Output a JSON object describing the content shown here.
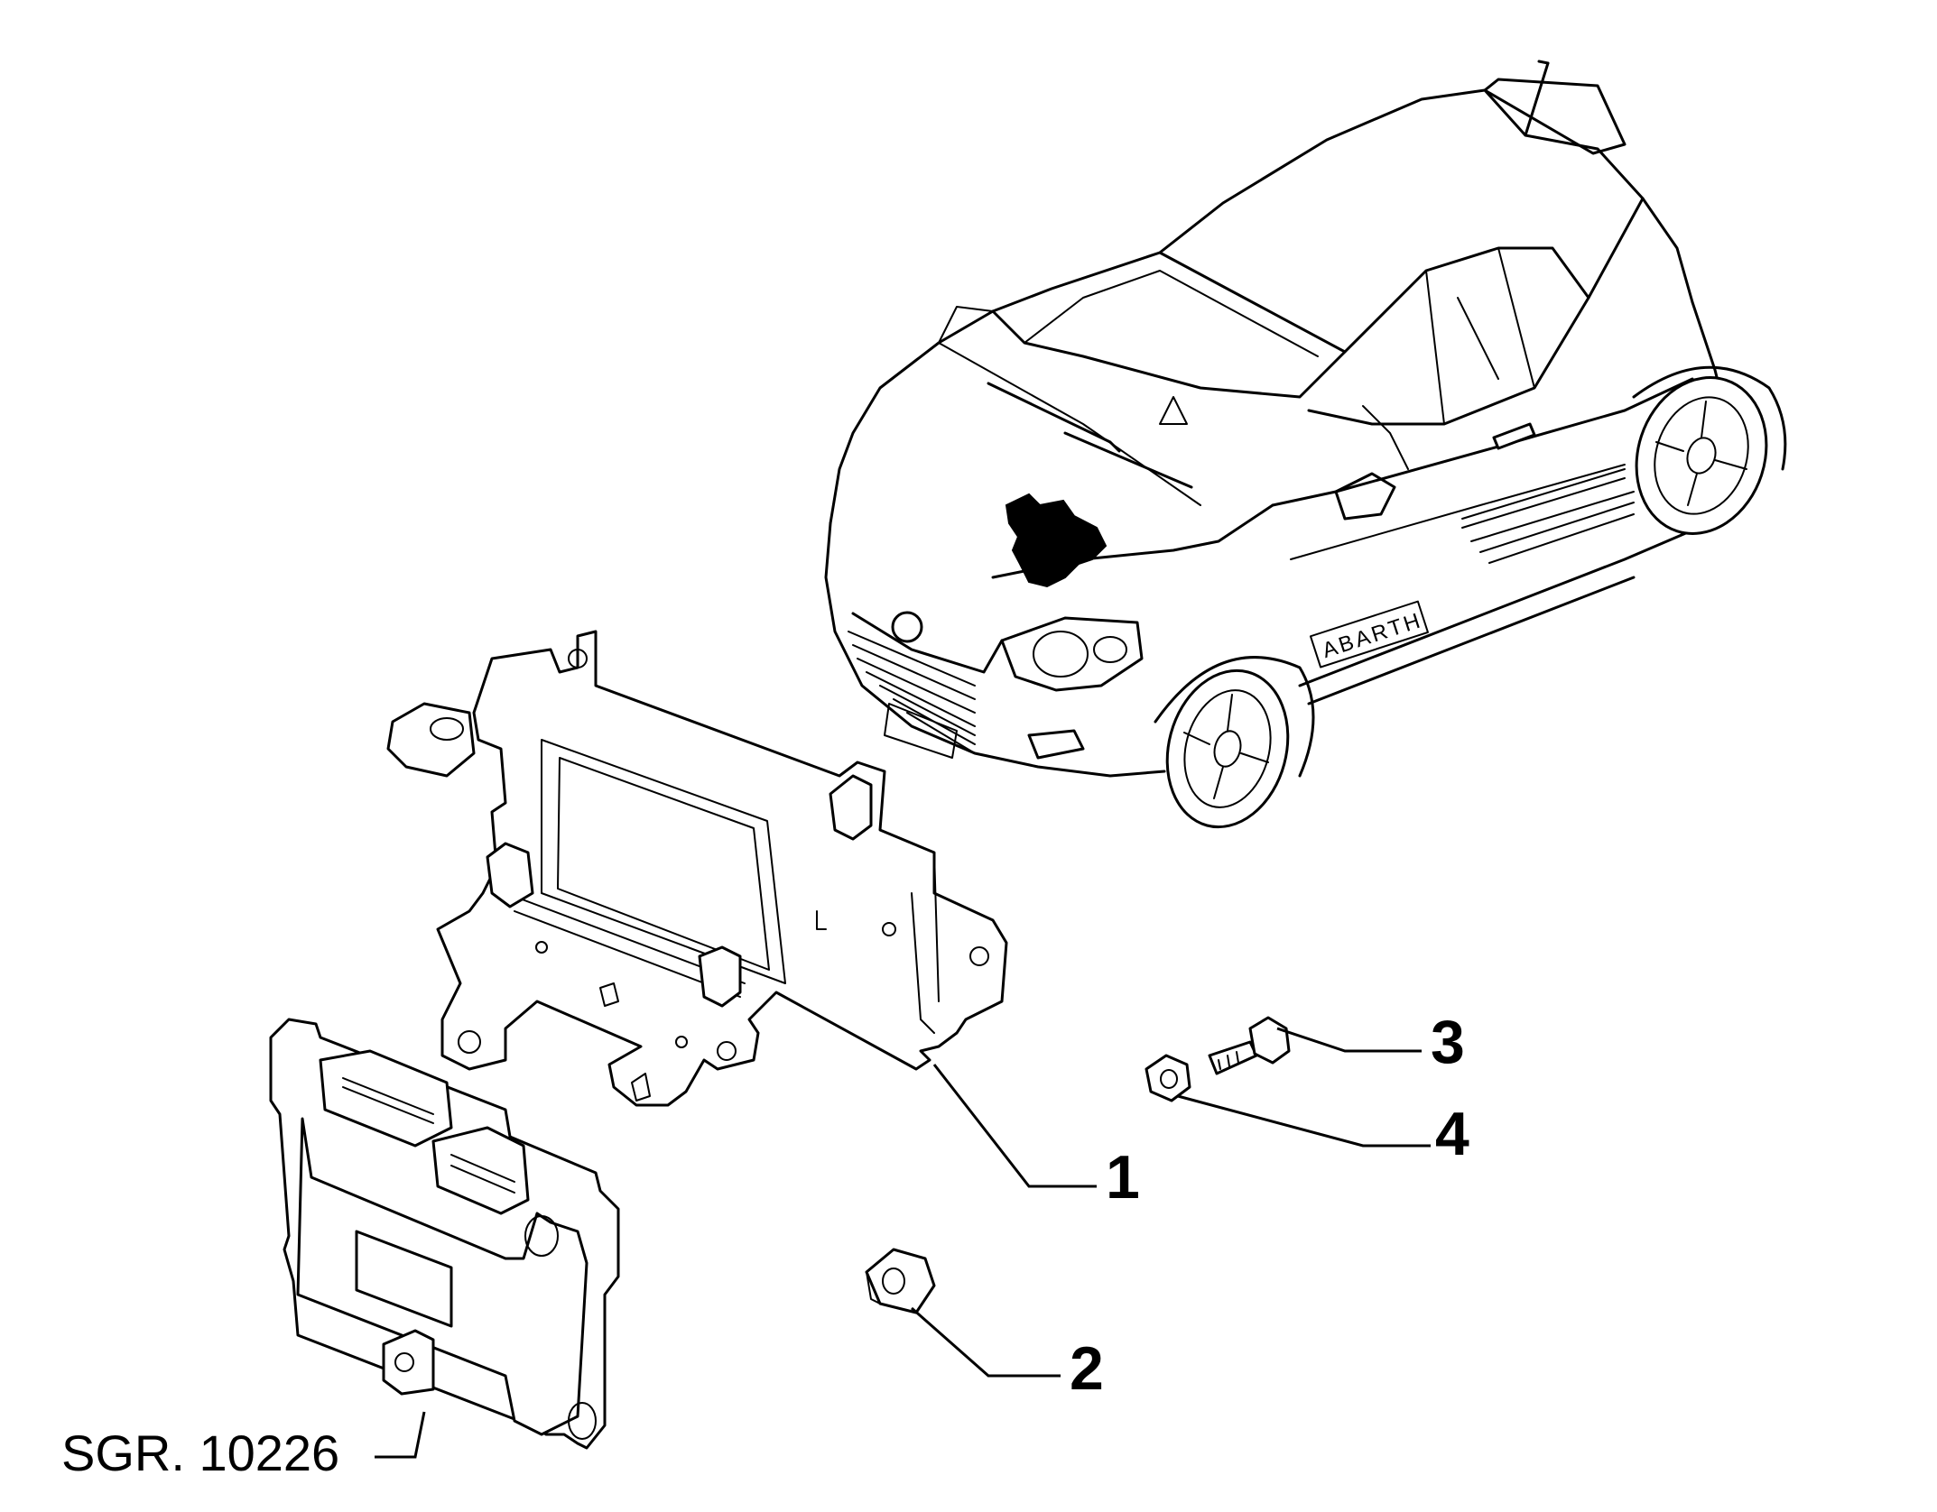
{
  "callouts": {
    "part_1": "1",
    "part_2": "2",
    "part_3": "3",
    "part_4": "4"
  },
  "reference": "SGR. 10226",
  "car_badge": "ABARTH",
  "colors": {
    "ink": "#000000",
    "background": "#ffffff"
  },
  "icons": {
    "vehicle": "car-illustration-icon",
    "locator": "ecu-location-marker-icon",
    "bracket": "bracket-icon",
    "nut": "flange-nut-icon",
    "bolt": "bolt-icon",
    "washer": "hex-nut-icon",
    "control_unit": "control-unit-icon"
  }
}
